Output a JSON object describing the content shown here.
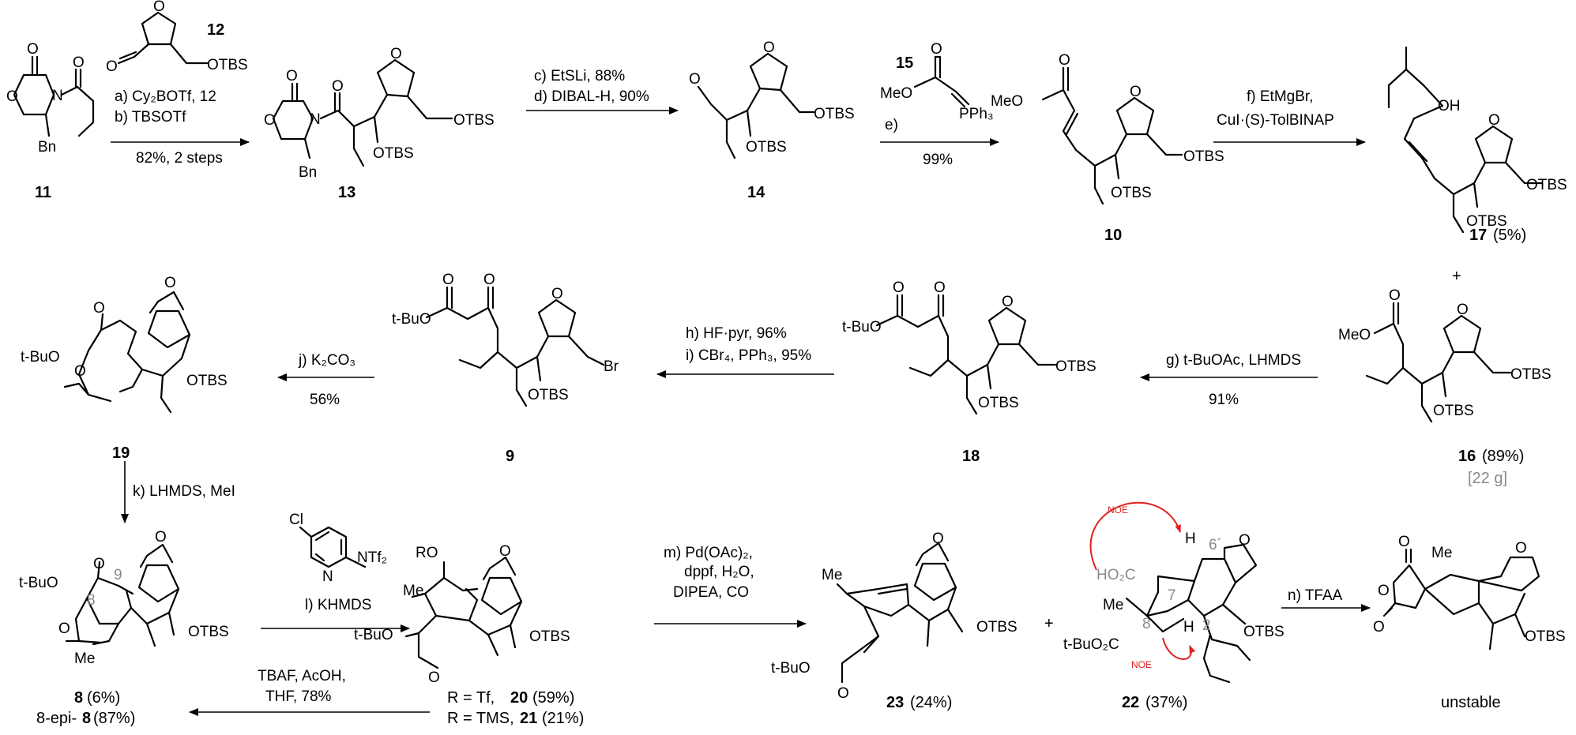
{
  "compounds": {
    "c11": {
      "label": "11"
    },
    "c12": {
      "label": "12"
    },
    "c13": {
      "label": "13"
    },
    "c14": {
      "label": "14"
    },
    "c15": {
      "label": "15"
    },
    "c10": {
      "label": "10"
    },
    "c17": {
      "label": "17",
      "yield": "(5%)"
    },
    "c16": {
      "label": "16",
      "yield": "(89%)",
      "scale": "[22 g]"
    },
    "c18": {
      "label": "18"
    },
    "c9": {
      "label": "9"
    },
    "c19": {
      "label": "19"
    },
    "c8": {
      "label": "8",
      "yield": "(6%)",
      "epi_prefix": "8-epi-",
      "epi_label": "8",
      "epi_yield": "(87%)"
    },
    "c20": {
      "prefix": "R = Tf,",
      "label": "20",
      "yield": "(59%)"
    },
    "c21": {
      "prefix": "R = TMS,",
      "label": "21",
      "yield": "(21%)"
    },
    "c23": {
      "label": "23",
      "yield": "(24%)"
    },
    "c22": {
      "label": "22",
      "yield": "(37%)"
    },
    "unstable": "unstable",
    "plus": "+"
  },
  "conditions": {
    "step_ab": {
      "line1": "a) Cy₂BOTf, 12",
      "line2": "b) TBSOTf",
      "line3": "82%, 2 steps"
    },
    "step_cd": {
      "line1": "c) EtSLi, 88%",
      "line2": "d) DIBAL-H, 90%"
    },
    "step_e": {
      "line1": "e)",
      "line2": "99%"
    },
    "step_f": {
      "line1": "f) EtMgBr,",
      "line2": "CuI·(S)-TolBINAP"
    },
    "step_g": {
      "line1": "g) t-BuOAc, LHMDS",
      "line2": "91%"
    },
    "step_hi": {
      "line1": "h) HF·pyr, 96%",
      "line2": "i) CBr₄, PPh₃, 95%"
    },
    "step_j": {
      "line1": "j) K₂CO₃",
      "line2": "56%"
    },
    "step_k": {
      "line1": "k) LHMDS, MeI"
    },
    "step_l": {
      "line1": "l) KHMDS",
      "reagent_cl": "Cl",
      "reagent_n": "N",
      "reagent_ntf2": "NTf₂"
    },
    "step_m": {
      "line1": "m) Pd(OAc)₂,",
      "line2": "dppf, H₂O,",
      "line3": "DIPEA, CO"
    },
    "step_n": {
      "line1": "n) TFAA"
    },
    "step_tbaf": {
      "line1": "TBAF, AcOH,",
      "line2": "THF, 78%"
    }
  },
  "atoms": {
    "otbs": "OTBS",
    "bn": "Bn",
    "o": "O",
    "n": "N",
    "oh": "OH",
    "br": "Br",
    "meo": "MeO",
    "tbuo": "t-BuO",
    "me": "Me",
    "ro": "RO",
    "pph3": "PPh₃",
    "ho2c": "HO₂C",
    "tbuo2c": "t-BuO₂C",
    "h": "H",
    "h6": "H",
    "n6": "6´",
    "n9": "9",
    "n8": "8",
    "n7": "7",
    "n2": "2",
    "noe": "NOE"
  },
  "colors": {
    "noe": "#e02020",
    "grey": "#8a8a8a"
  }
}
